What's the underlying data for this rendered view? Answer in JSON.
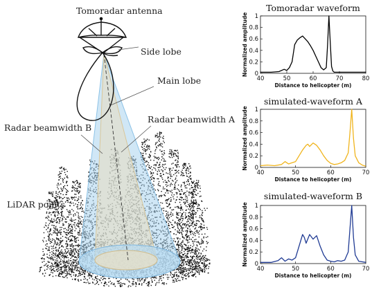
{
  "labels": {
    "antenna": "Tomoradar antenna",
    "side_lobe": "Side lobe",
    "main_lobe": "Main lobe",
    "beam_a": "Radar beamwidth A",
    "beam_b": "Radar beamwidth B",
    "lidar": "LiDAR points"
  },
  "colors": {
    "beam_b_fill": "#a9d3ee",
    "beam_a_fill": "#e8dcc0",
    "points": "#111111"
  },
  "chart_data": [
    {
      "type": "line",
      "title": "Tomoradar waveform",
      "xlabel": "Distance to helicopter (m)",
      "ylabel": "Normalized amplitude",
      "xlim": [
        40,
        80
      ],
      "ylim": [
        0,
        1
      ],
      "xticks": [
        40,
        50,
        60,
        70,
        80
      ],
      "yticks": [
        0,
        0.2,
        0.4,
        0.6,
        0.8,
        1
      ],
      "color": "#000000",
      "x": [
        40,
        44,
        47,
        49,
        50,
        51,
        52,
        52.5,
        53,
        54,
        55,
        56,
        57,
        58,
        59,
        60,
        61,
        62,
        63,
        64,
        65,
        65.5,
        66,
        66.5,
        67,
        67.5,
        68,
        70,
        75,
        80
      ],
      "y": [
        0.02,
        0.02,
        0.03,
        0.07,
        0.05,
        0.1,
        0.2,
        0.35,
        0.5,
        0.58,
        0.62,
        0.65,
        0.6,
        0.55,
        0.48,
        0.4,
        0.3,
        0.2,
        0.1,
        0.06,
        0.1,
        0.5,
        1.0,
        0.55,
        0.12,
        0.04,
        0.02,
        0.02,
        0.02,
        0.02
      ]
    },
    {
      "type": "line",
      "title": "simulated-waveform A",
      "xlabel": "Distance to helicopter (m)",
      "ylabel": "Normalized amplitude",
      "xlim": [
        40,
        70
      ],
      "ylim": [
        0,
        1
      ],
      "xticks": [
        40,
        50,
        60,
        70
      ],
      "yticks": [
        0,
        0.2,
        0.4,
        0.6,
        0.8,
        1
      ],
      "color": "#f0b41c",
      "x": [
        40,
        42,
        44,
        46,
        47,
        48,
        49,
        50,
        51,
        52,
        53,
        53.5,
        54,
        55,
        56,
        57,
        58,
        59,
        60,
        61,
        62,
        63,
        64,
        65,
        65.5,
        66,
        66.5,
        67,
        68,
        69,
        70
      ],
      "y": [
        0.03,
        0.04,
        0.03,
        0.05,
        0.1,
        0.06,
        0.08,
        0.1,
        0.2,
        0.3,
        0.38,
        0.4,
        0.36,
        0.42,
        0.38,
        0.3,
        0.2,
        0.12,
        0.07,
        0.05,
        0.06,
        0.08,
        0.12,
        0.25,
        0.6,
        1.0,
        0.5,
        0.2,
        0.08,
        0.04,
        0.02
      ]
    },
    {
      "type": "line",
      "title": "simulated-waveform B",
      "xlabel": "Distance to helicopter (m)",
      "ylabel": "Normalized amplitude",
      "xlim": [
        40,
        70
      ],
      "ylim": [
        0,
        1
      ],
      "xticks": [
        40,
        50,
        60,
        70
      ],
      "yticks": [
        0,
        0.2,
        0.4,
        0.6,
        0.8,
        1
      ],
      "color": "#1f3a93",
      "x": [
        40,
        43,
        45,
        46,
        47,
        48,
        49,
        50,
        51,
        52,
        52.5,
        53,
        54,
        55,
        56,
        57,
        58,
        59,
        60,
        61,
        62,
        63,
        64,
        65,
        65.5,
        66,
        66.5,
        67,
        68,
        70
      ],
      "y": [
        0.02,
        0.02,
        0.05,
        0.1,
        0.04,
        0.08,
        0.06,
        0.1,
        0.3,
        0.5,
        0.45,
        0.35,
        0.5,
        0.42,
        0.48,
        0.3,
        0.15,
        0.06,
        0.04,
        0.03,
        0.05,
        0.04,
        0.06,
        0.2,
        0.6,
        1.0,
        0.45,
        0.15,
        0.04,
        0.02
      ]
    }
  ]
}
